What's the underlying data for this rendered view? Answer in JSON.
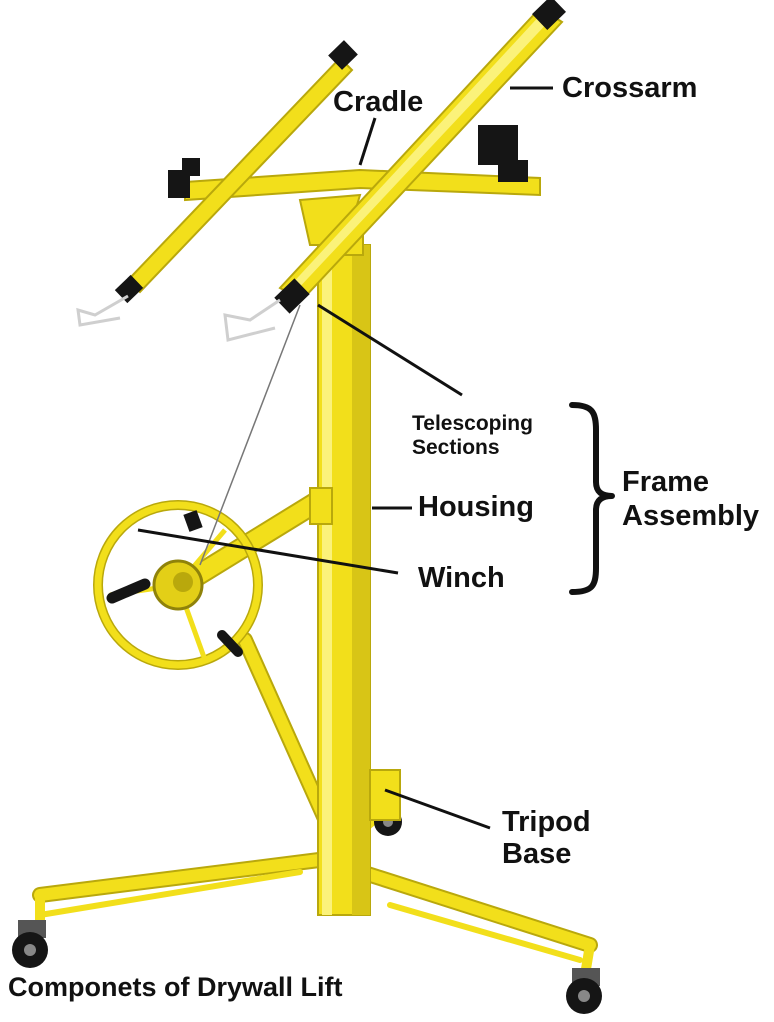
{
  "labels": {
    "cradle": "Cradle",
    "crossarm": "Crossarm",
    "telescoping_line1": "Telescoping",
    "telescoping_line2": "Sections",
    "housing": "Housing",
    "winch": "Winch",
    "frame_line1": "Frame",
    "frame_line2": "Assembly",
    "tripod_line1": "Tripod",
    "tripod_line2": "Base"
  },
  "caption": "Componets of Drywall Lift",
  "colors": {
    "frame_yellow": "#f2df1b",
    "frame_shadow": "#b9a80c",
    "frame_highlight": "#fbf27a",
    "rubber_black": "#151515",
    "label_text": "#111111",
    "background": "#ffffff"
  }
}
